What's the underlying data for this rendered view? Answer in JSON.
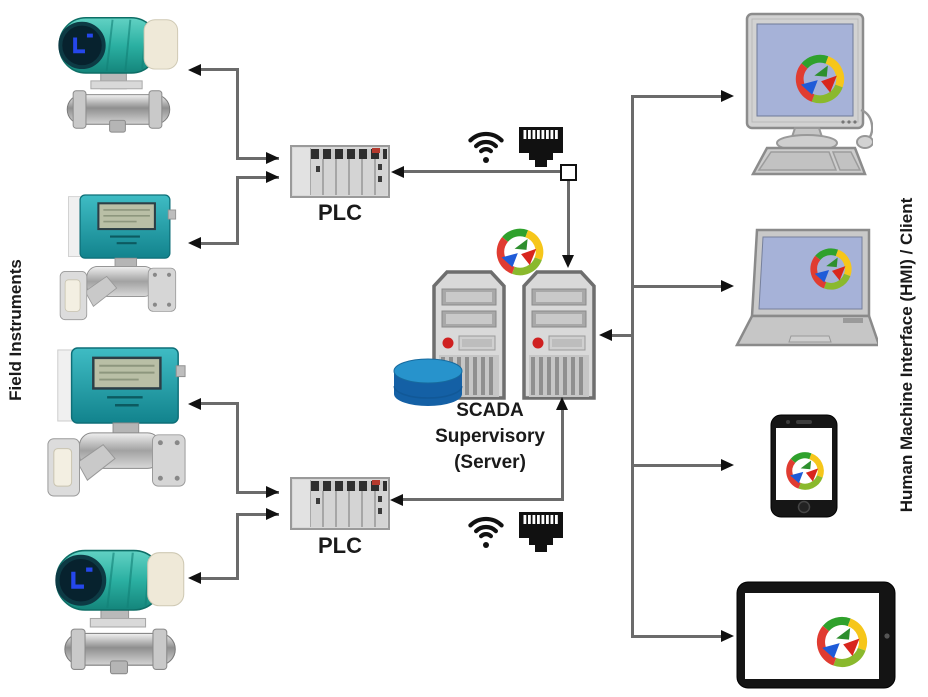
{
  "diagram": {
    "left_section_label": "Field Instruments",
    "right_section_label": "Human Machine Interface (HMI) / Client",
    "plc_top": {
      "label": "PLC"
    },
    "plc_bottom": {
      "label": "PLC"
    },
    "server": {
      "label_line1": "SCADA",
      "label_line2": "Supervisory",
      "label_line3": "(Server)"
    },
    "field_instruments": [
      {
        "type": "magnetic-flowmeter"
      },
      {
        "type": "gas-flowmeter"
      },
      {
        "type": "gas-flowmeter"
      },
      {
        "type": "magnetic-flowmeter"
      }
    ],
    "clients": [
      {
        "type": "desktop-computer"
      },
      {
        "type": "laptop"
      },
      {
        "type": "smartphone"
      },
      {
        "type": "tablet"
      }
    ],
    "icons": [
      "wifi-icon",
      "ethernet-port-icon",
      "scada-logo-icon",
      "database-icon"
    ],
    "colors": {
      "connector_line": "#6b6b6b",
      "arrowhead": "#111111",
      "instrument_teal": "#2aa7ad",
      "database_blue": "#1868ac",
      "screen_blue": "#a6b2d8",
      "device_gray": "#d2d2d2",
      "server_led_red": "#cf2020"
    }
  }
}
